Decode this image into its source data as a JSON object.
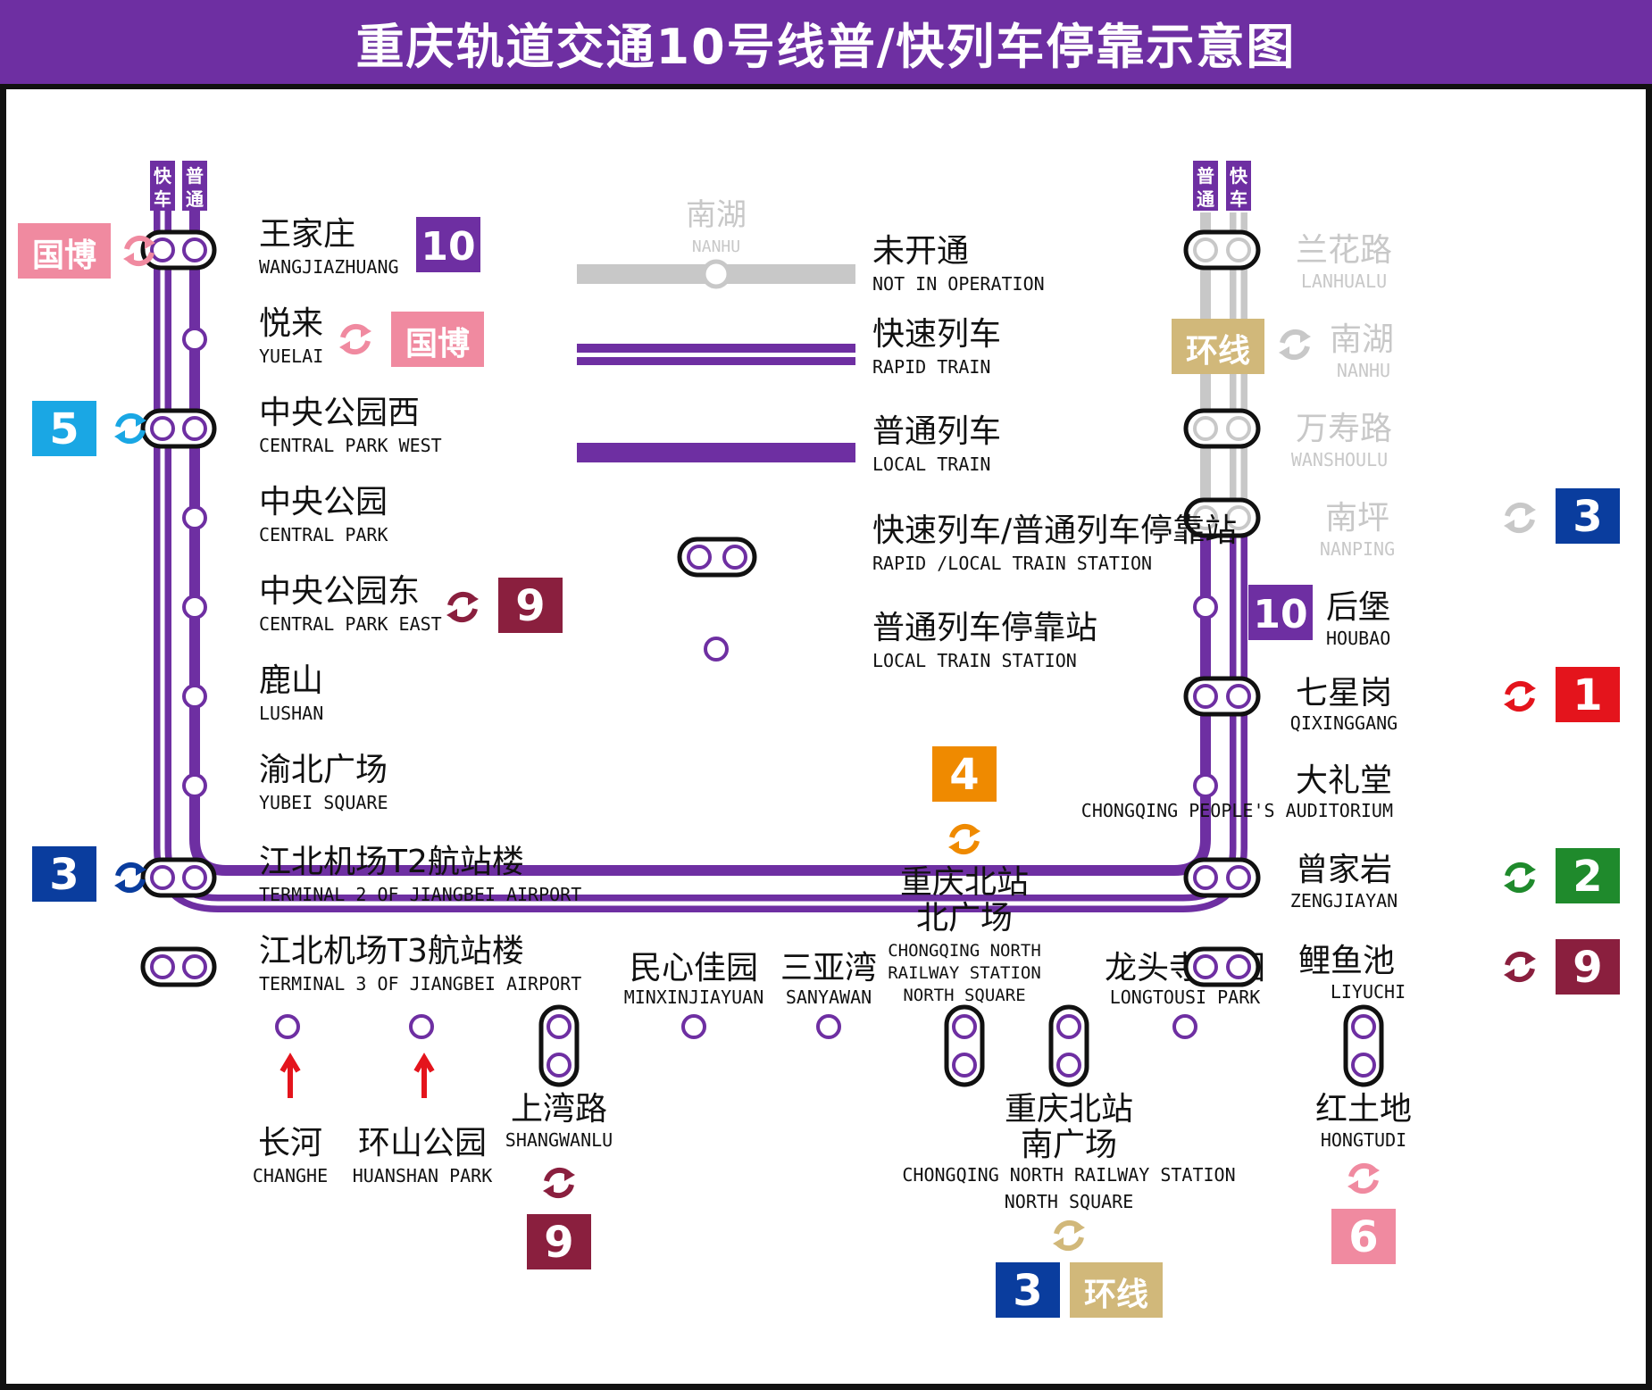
{
  "title": "重庆轨道交通10号线普/快列车停靠示意图",
  "colors": {
    "line10": "#6e2fa2",
    "not_open": "#c8c8c8",
    "line1": "#e4141c",
    "line2": "#1f8a2c",
    "line3": "#0a3d9e",
    "line4": "#ef8a00",
    "line5": "#1aa7e4",
    "line6": "#f08aa0",
    "line9": "#8a1f3e",
    "loop": "#d1b87a",
    "guobo": "#f08aa0"
  },
  "track_headers": {
    "left": [
      "快车",
      "普通"
    ],
    "right": [
      "普通",
      "快车"
    ]
  },
  "legend": {
    "not_open_station_zh": "南湖",
    "not_open_station_en": "NANHU",
    "items": [
      {
        "zh": "未开通",
        "en": "NOT IN OPERATION"
      },
      {
        "zh": "快速列车",
        "en": "RAPID TRAIN"
      },
      {
        "zh": "普通列车",
        "en": "LOCAL TRAIN"
      },
      {
        "zh": "快速列车/普通列车停靠站",
        "en": "RAPID /LOCAL TRAIN STATION"
      },
      {
        "zh": "普通列车停靠站",
        "en": "LOCAL TRAIN STATION"
      }
    ]
  },
  "stations_left": [
    {
      "zh": "王家庄",
      "en": "WANGJIAZHUANG",
      "rapid": true,
      "transfers": [
        "国博"
      ],
      "terminal_badge": "10"
    },
    {
      "zh": "悦来",
      "en": "YUELAI",
      "rapid": false,
      "transfers": [
        "国博"
      ]
    },
    {
      "zh": "中央公园西",
      "en": "CENTRAL PARK WEST",
      "rapid": true,
      "transfers": [
        "5"
      ]
    },
    {
      "zh": "中央公园",
      "en": "CENTRAL PARK",
      "rapid": false,
      "transfers": []
    },
    {
      "zh": "中央公园东",
      "en": "CENTRAL PARK EAST",
      "rapid": false,
      "transfers": [
        "9"
      ]
    },
    {
      "zh": "鹿山",
      "en": "LUSHAN",
      "rapid": false,
      "transfers": []
    },
    {
      "zh": "渝北广场",
      "en": "YUBEI SQUARE",
      "rapid": false,
      "transfers": []
    },
    {
      "zh": "江北机场T2航站楼",
      "en": "TERMINAL 2 OF JIANGBEI AIRPORT",
      "rapid": true,
      "transfers": [
        "3"
      ]
    },
    {
      "zh": "江北机场T3航站楼",
      "en": "TERMINAL 3 OF JIANGBEI AIRPORT",
      "rapid": true,
      "transfers": []
    }
  ],
  "stations_bottom": [
    {
      "zh": "长河",
      "en": "CHANGHE",
      "rapid": false
    },
    {
      "zh": "环山公园",
      "en": "HUANSHAN PARK",
      "rapid": false
    },
    {
      "zh": "上湾路",
      "en": "SHANGWANLU",
      "rapid": true,
      "transfers": [
        "9"
      ]
    },
    {
      "zh": "民心佳园",
      "en": "MINXINJIAYUAN",
      "rapid": false
    },
    {
      "zh": "三亚湾",
      "en": "SANYAWAN",
      "rapid": false
    },
    {
      "zh1": "重庆北站",
      "zh2": "北广场",
      "en1": "CHONGQING NORTH",
      "en2": "RAILWAY STATION",
      "en3": "NORTH SQUARE",
      "rapid": true,
      "transfers": [
        "4"
      ]
    },
    {
      "zh1": "重庆北站",
      "zh2": "南广场",
      "en1": "CHONGQING NORTH RAILWAY STATION",
      "en2": "NORTH SQUARE",
      "rapid": true,
      "transfers": [
        "3",
        "环线"
      ]
    },
    {
      "zh": "龙头寺公园",
      "en": "LONGTOUSI PARK",
      "rapid": false
    },
    {
      "zh": "红土地",
      "en": "HONGTUDI",
      "rapid": true,
      "transfers": [
        "6"
      ]
    }
  ],
  "stations_right": [
    {
      "zh": "鲤鱼池",
      "en": "LIYUCHI",
      "rapid": true,
      "transfers": [
        "9"
      ]
    },
    {
      "zh": "曾家岩",
      "en": "ZENGJIAYAN",
      "rapid": true,
      "transfers": [
        "2"
      ]
    },
    {
      "zh": "大礼堂",
      "en": "CHONGQING PEOPLE'S AUDITORIUM",
      "rapid": false,
      "transfers": []
    },
    {
      "zh": "七星岗",
      "en": "QIXINGGANG",
      "rapid": true,
      "transfers": [
        "1"
      ]
    },
    {
      "zh": "后堡",
      "en": "HOUBAO",
      "rapid": false,
      "terminal_badge": "10"
    },
    {
      "zh": "南坪",
      "en": "NANPING",
      "rapid": true,
      "not_open": true,
      "transfers": [
        "3"
      ]
    },
    {
      "zh": "万寿路",
      "en": "WANSHOULU",
      "rapid": true,
      "not_open": true
    },
    {
      "zh": "南湖",
      "en": "NANHU",
      "rapid": false,
      "not_open": true,
      "transfers": [
        "环线"
      ]
    },
    {
      "zh": "兰花路",
      "en": "LANHUALU",
      "rapid": true,
      "not_open": true
    }
  ]
}
